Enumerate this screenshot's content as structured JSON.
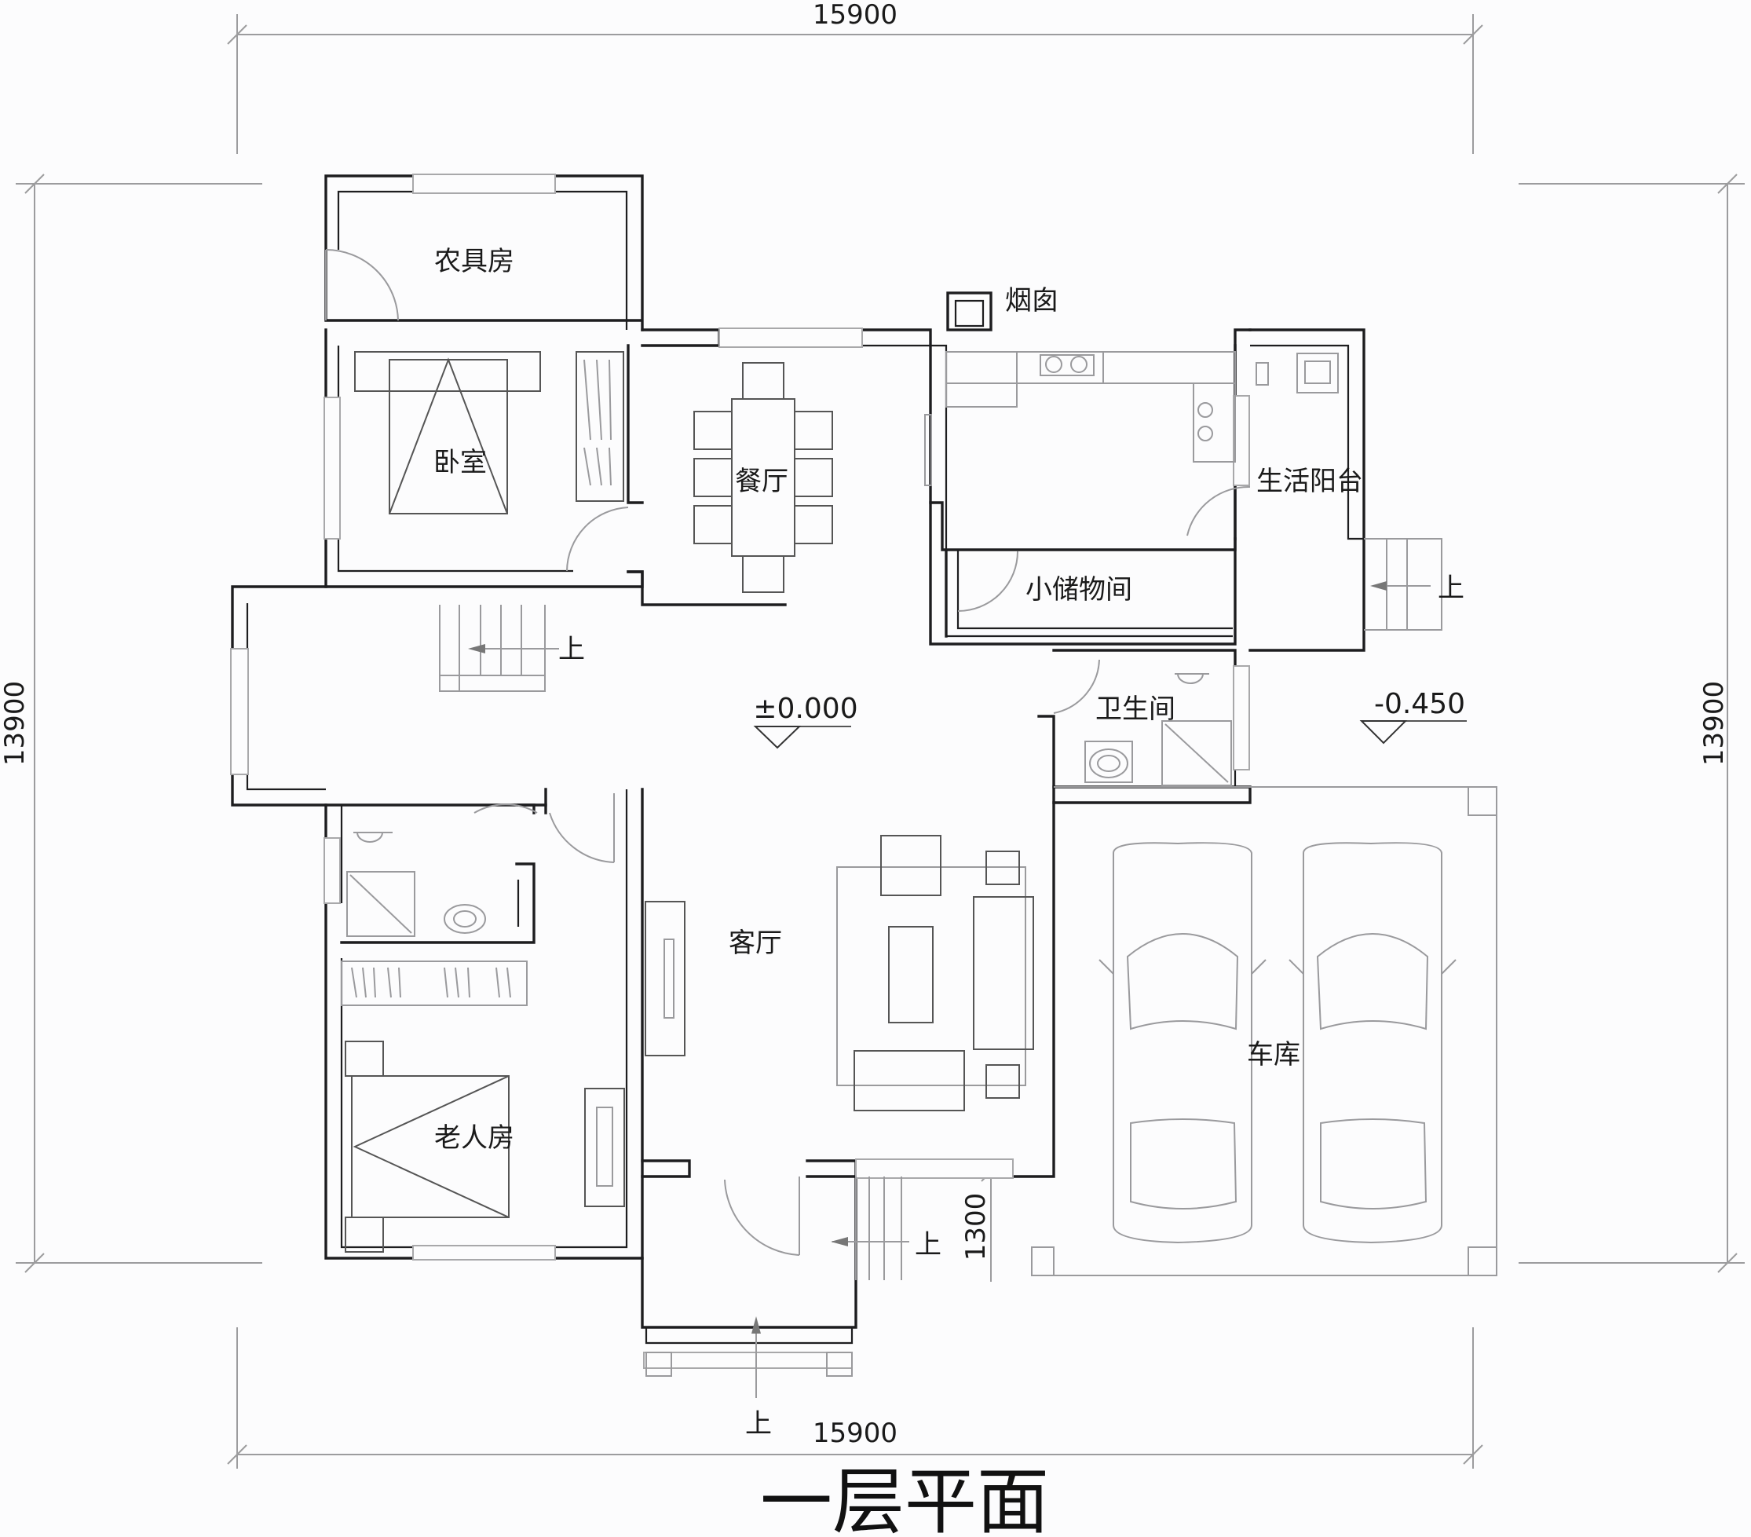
{
  "title": "一层平面",
  "dimensions": {
    "top_width": "15900",
    "bottom_width": "15900",
    "left_height": "13900",
    "right_height": "13900",
    "step_depth": "1300"
  },
  "levels": {
    "main": "±0.000",
    "garage": "-0.450"
  },
  "rooms": {
    "tool_room": "农具房",
    "bedroom": "卧室",
    "dining": "餐厅",
    "chimney": "烟囱",
    "utility_balcony": "生活阳台",
    "storage": "小储物间",
    "bathroom": "卫生间",
    "living": "客厅",
    "elder_room": "老人房",
    "garage": "车库"
  },
  "stair_up": "上"
}
